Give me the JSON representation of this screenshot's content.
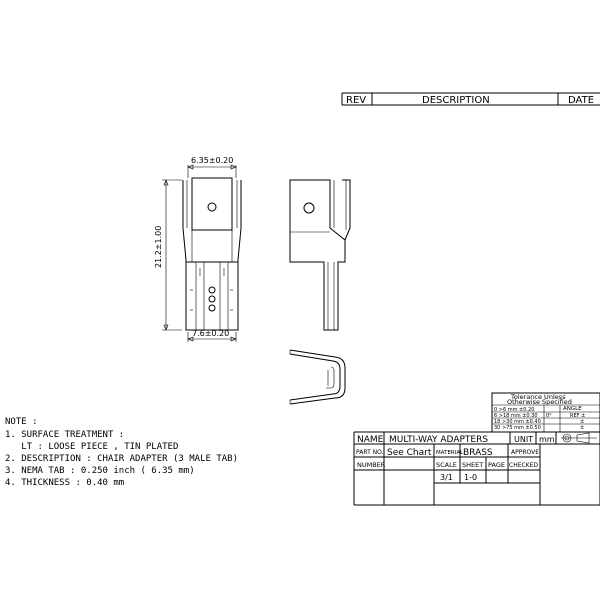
{
  "revision_block": {
    "rev_label": "REV",
    "description_label": "DESCRIPTION",
    "date_label": "DATE"
  },
  "dimensions": {
    "top_width": "6.35±0.20",
    "height": "21.2±1.00",
    "bottom_width": "7.6±0.20"
  },
  "notes": {
    "title": "NOTE :",
    "lines": [
      "1. SURFACE TREATMENT :",
      "   LT : LOOSE PIECE , TIN PLATED",
      "2. DESCRIPTION : CHAIR ADAPTER (3 MALE TAB)",
      "3. NEMA TAB : 0.250 inch ( 6.35 mm)",
      "4. THICKNESS : 0.40 mm"
    ]
  },
  "tolerance_block": {
    "title_line1": "Tolerance Unless",
    "title_line2": "Otherwise Specified",
    "rows": [
      "0 >6 mm ±0.20",
      "6 >18 mm ±0.30",
      "18 >30 mm ±0.40",
      "30 >75 mm ±0.50"
    ],
    "angle_label": "ANGLE",
    "angle_values": [
      "0°",
      "REF ±",
      "±",
      "±"
    ]
  },
  "title_block": {
    "name_label": "NAME",
    "name_value": "MULTI-WAY ADAPTERS",
    "unit_label": "UNIT",
    "unit_value": "mm",
    "part_no_label": "PART NO.",
    "part_no_value": "See Chart",
    "material_label": "MATERIAL",
    "material_value": "BRASS",
    "approve_label": "APPROVE",
    "number_label": "NUMBER",
    "scale_label": "SCALE",
    "sheet_label": "SHEET",
    "page_label": "PAGE",
    "checked_label": "CHECKED",
    "scale_value": "3/1",
    "sheet_value": "1-0"
  }
}
